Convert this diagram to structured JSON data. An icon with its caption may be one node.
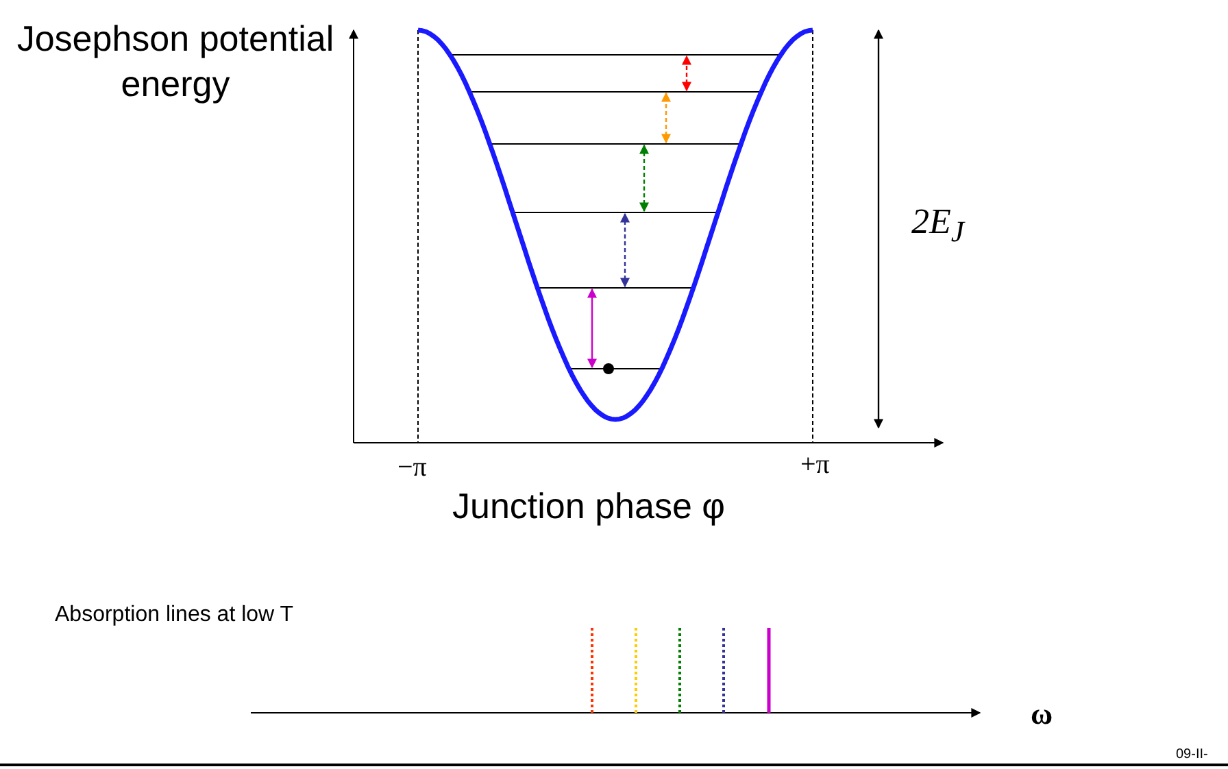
{
  "diagram": {
    "labels": [
      "Josephson potential energy",
      "2E$_{J}$",
      "−π",
      "+π",
      "Junction phase φ",
      "Absorption lines at low T",
      "ω",
      "09-II-"
    ]
  }
}
